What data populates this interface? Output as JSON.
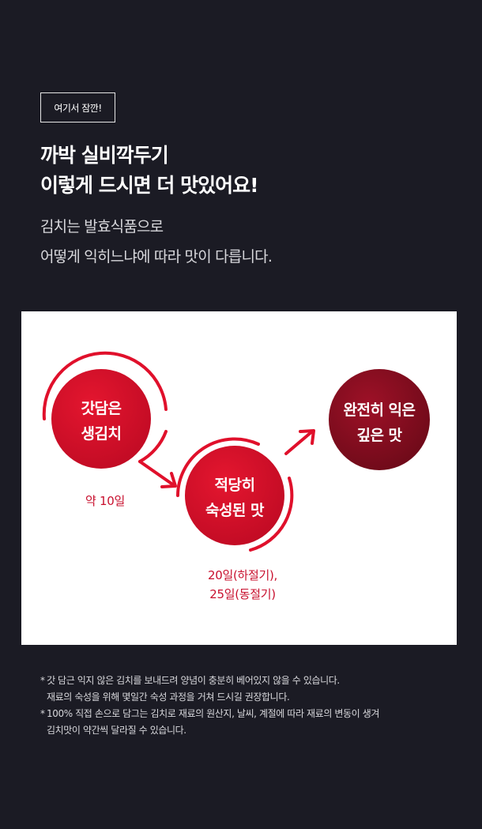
{
  "badge": "여기서 잠깐!",
  "headline": {
    "line1": "까박 실비깍두기",
    "line2": "이렇게 드시면 더 맛있어요!"
  },
  "intro": {
    "line1": "김치는 발효식품으로",
    "line2": "어떻게 익히느냐에 따라 맛이 다릅니다."
  },
  "stages": [
    {
      "line1": "갓담은",
      "line2": "생김치",
      "duration": [
        "약 10일"
      ]
    },
    {
      "line1": "적당히",
      "line2": "숙성된 맛",
      "duration": [
        "20일(하절기),",
        "25일(동절기)"
      ]
    },
    {
      "line1": "완전히 익은",
      "line2": "깊은 맛",
      "duration": []
    }
  ],
  "notes": [
    {
      "marker": "*",
      "lines": [
        "갓 담근 익지 않은 김치를 보내드려 양념이 충분히 베어있지 않을 수 있습니다.",
        "재료의 숙성을 위해 몇일간 숙성 과정을 거쳐 드시길 권장합니다."
      ]
    },
    {
      "marker": "*",
      "lines": [
        "100% 직접 손으로 담그는 김치로 재료의 원산지, 날씨, 계절에 따라 재료의 변동이 생겨",
        "김치맛이 약간씩 달라질 수 있습니다."
      ]
    }
  ],
  "colors": {
    "background": "#1b1b24",
    "accent_red": "#c8102e",
    "dark_red": "#7a0c1d"
  }
}
